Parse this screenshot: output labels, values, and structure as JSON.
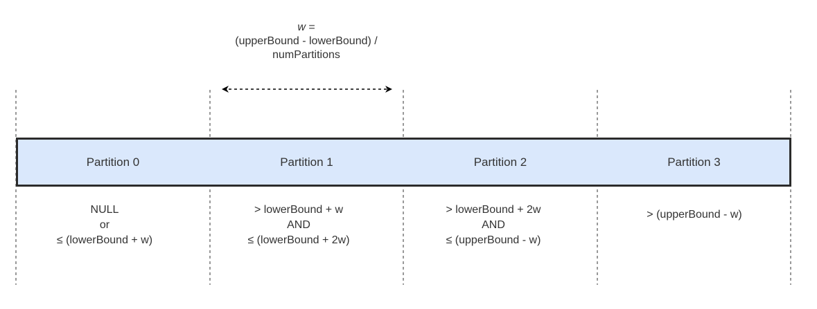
{
  "width_formula": {
    "variable": "w",
    "equals": "=",
    "numerator_line": "(upperBound - lowerBound) /",
    "denominator_line": "numPartitions"
  },
  "partitions": [
    {
      "label": "Partition 0",
      "range_lines": [
        "NULL",
        "or",
        "≤ (lowerBound + w)"
      ]
    },
    {
      "label": "Partition 1",
      "range_lines": [
        "> lowerBound + w",
        "AND",
        "≤ (lowerBound + 2w)"
      ]
    },
    {
      "label": "Partition 2",
      "range_lines": [
        "> lowerBound + 2w",
        "AND",
        "≤ (upperBound - w)"
      ]
    },
    {
      "label": "Partition 3",
      "range_lines": [
        "> (upperBound - w)"
      ]
    }
  ],
  "colors": {
    "partition_fill": "#dae8fc",
    "partition_border": "#2b2b2b",
    "text": "#333333",
    "divider": "#333333"
  }
}
